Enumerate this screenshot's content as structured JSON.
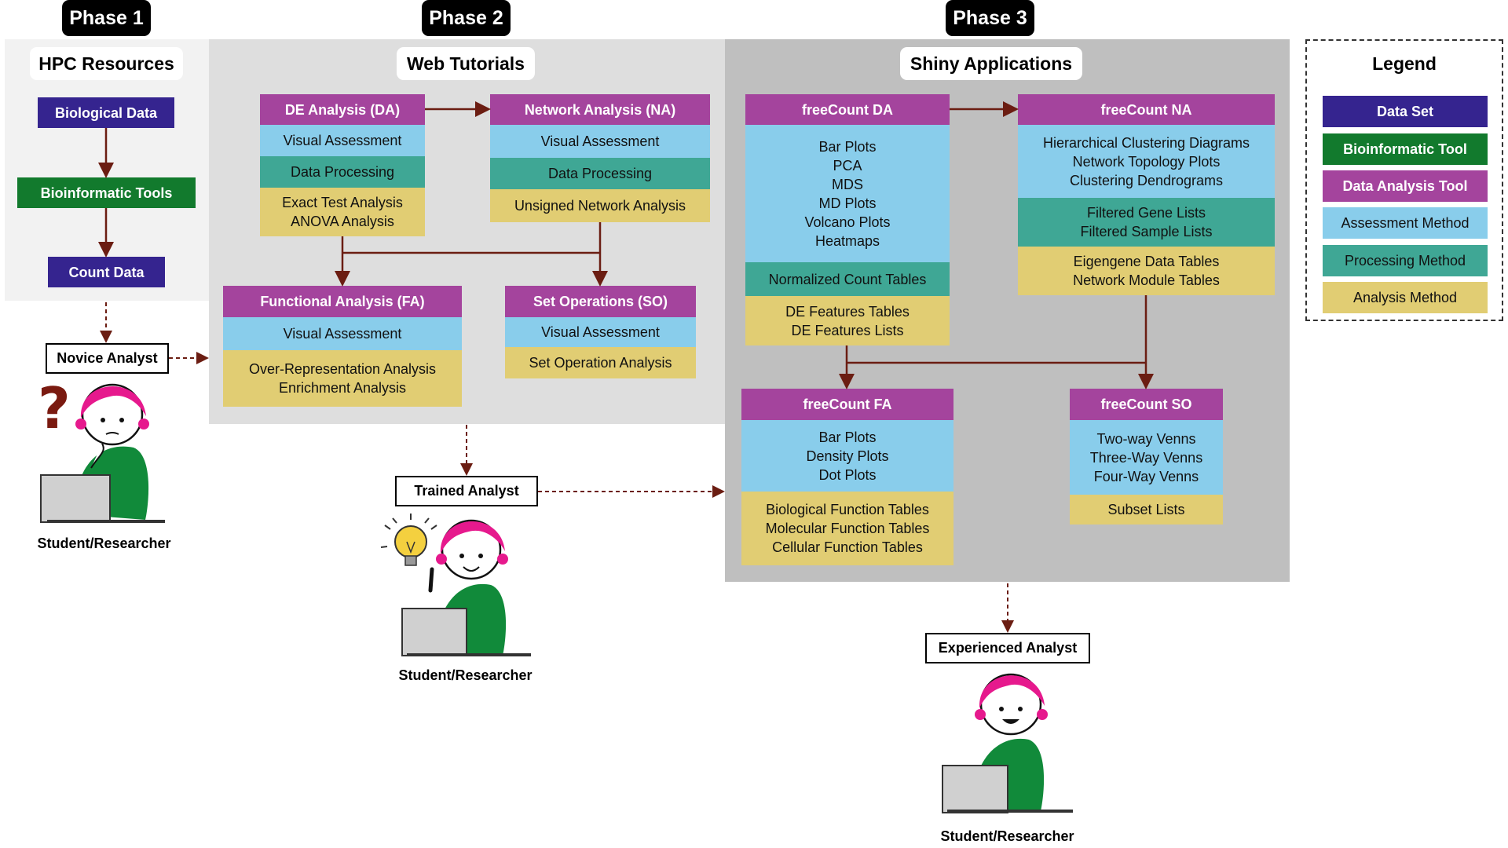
{
  "colors": {
    "data_set": "#35248f",
    "bioinformatic_tool": "#127a2d",
    "data_analysis_tool": "#a4449d",
    "assessment": "#89cdeb",
    "processing": "#3fa795",
    "analysis": "#e1cd73",
    "phase1_bg": "#f2f2f2",
    "phase2_bg": "#dedede",
    "phase3_bg": "#bfbfbf",
    "arrow": "#6b1d12"
  },
  "phases": [
    "Phase 1",
    "Phase 2",
    "Phase 3"
  ],
  "sections": {
    "hpc": "HPC Resources",
    "web": "Web Tutorials",
    "shiny": "Shiny Applications"
  },
  "phase1": {
    "bio_data": "Biological Data",
    "bio_tools": "Bioinformatic Tools",
    "count_data": "Count Data"
  },
  "phase2": {
    "da": {
      "title": "DE Analysis (DA)",
      "assessment": "Visual Assessment",
      "processing": "Data Processing",
      "analysis": [
        "Exact Test Analysis",
        "ANOVA Analysis"
      ]
    },
    "na": {
      "title": "Network Analysis (NA)",
      "assessment": "Visual Assessment",
      "processing": "Data Processing",
      "analysis": "Unsigned Network Analysis"
    },
    "fa": {
      "title": "Functional Analysis (FA)",
      "assessment": "Visual Assessment",
      "analysis": [
        "Over-Representation Analysis",
        "Enrichment Analysis"
      ]
    },
    "so": {
      "title": "Set Operations (SO)",
      "assessment": "Visual Assessment",
      "analysis": "Set Operation Analysis"
    }
  },
  "phase3": {
    "da": {
      "title": "freeCount DA",
      "assessment": [
        "Bar Plots",
        "PCA",
        "MDS",
        "MD Plots",
        "Volcano Plots",
        "Heatmaps"
      ],
      "processing": "Normalized Count Tables",
      "analysis": [
        "DE Features Tables",
        "DE Features Lists"
      ]
    },
    "na": {
      "title": "freeCount NA",
      "assessment": [
        "Hierarchical Clustering Diagrams",
        "Network Topology Plots",
        "Clustering Dendrograms"
      ],
      "processing": [
        "Filtered Gene Lists",
        "Filtered Sample Lists"
      ],
      "analysis": [
        "Eigengene Data Tables",
        "Network Module Tables"
      ]
    },
    "fa": {
      "title": "freeCount FA",
      "assessment": [
        "Bar Plots",
        "Density Plots",
        "Dot Plots"
      ],
      "analysis": [
        "Biological Function Tables",
        "Molecular Function Tables",
        "Cellular Function Tables"
      ]
    },
    "so": {
      "title": "freeCount SO",
      "assessment": [
        "Two-way Venns",
        "Three-Way Venns",
        "Four-Way Venns"
      ],
      "analysis": "Subset Lists"
    }
  },
  "analysts": {
    "novice": "Novice Analyst",
    "trained": "Trained Analyst",
    "experienced": "Experienced Analyst",
    "caption": "Student/Researcher"
  },
  "legend": {
    "title": "Legend",
    "items": [
      "Data Set",
      "Bioinformatic Tool",
      "Data Analysis Tool",
      "Assessment Method",
      "Processing Method",
      "Analysis Method"
    ]
  }
}
